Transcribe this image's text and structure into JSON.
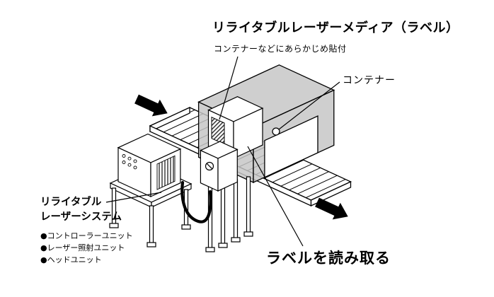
{
  "diagram": {
    "labels": {
      "media_title": "リライタブルレーザーメディア（ラベル）",
      "media_note": "コンテナーなどにあらかじめ貼付",
      "container": "コンテナー",
      "system_name_line1": "リライタブル",
      "system_name_line2": "レーザーシステム",
      "system_units": [
        "●コントローラーユニット",
        "●レーザー照射ユニット",
        "●ヘッドユニット"
      ],
      "read_action": "ラベルを読み取る"
    },
    "colors": {
      "container_fill": "#c6c6c6",
      "arrow": "#000000",
      "line": "#000000"
    },
    "icons": {
      "inflow": "flow-arrow-right",
      "outflow": "flow-arrow-right"
    }
  }
}
